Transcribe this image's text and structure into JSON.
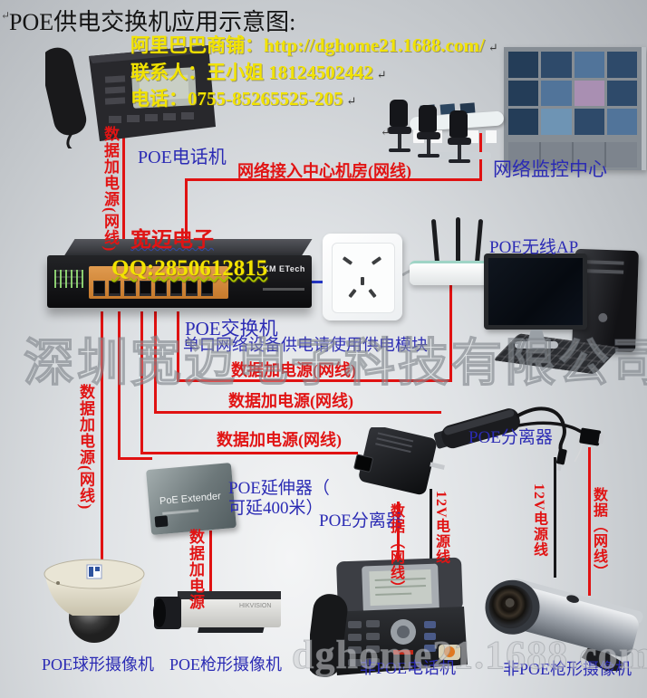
{
  "title": "POE供电交换机应用示意图:",
  "editor_mark": "↵",
  "contact": {
    "shop_line": "阿里巴巴商铺：http://dghome21.1688.com/",
    "person_line": "联系人：王小姐 18124502442",
    "phone_line": "电话：0755-85265525-205",
    "brand": "宽迈电子",
    "qq": "QQ:2850612815"
  },
  "labels": {
    "poe_phone": "POE电话机",
    "monitor_center": "网络监控中心",
    "access_room": "网络接入中心机房(网线)",
    "data_power": "数据加电源(网线)",
    "data_power_short": "数据加电源",
    "poe_switch": "POE交换机",
    "switch_note": "单口网络设备供电请使用供电模块",
    "wireless_ap": "POE无线AP",
    "splitter": "POE分离器",
    "extender_line1": "POE延伸器（",
    "extender_line2": "可延400米）",
    "power_12v": "12V电源线",
    "data_cable": "数据（网线）",
    "dome_camera": "POE球形摄像机",
    "bullet_camera": "POE枪形摄像机",
    "non_poe_phone": "非POE电话机",
    "non_poe_camera": "非POE枪形摄像机"
  },
  "device_markings": {
    "switch_brand": "KM ETech",
    "extender": "PoE Extender",
    "camera_brand": "HIKVISION"
  },
  "watermarks": {
    "company": "深圳宽迈电子科技有限公司",
    "site": "dghome21.1688.com"
  },
  "colors": {
    "line_red": "#e01212",
    "line_blue": "#2436c8",
    "label_blue": "#2b2bb4",
    "label_red": "#e11414",
    "contact_yellow": "#f2e300"
  }
}
